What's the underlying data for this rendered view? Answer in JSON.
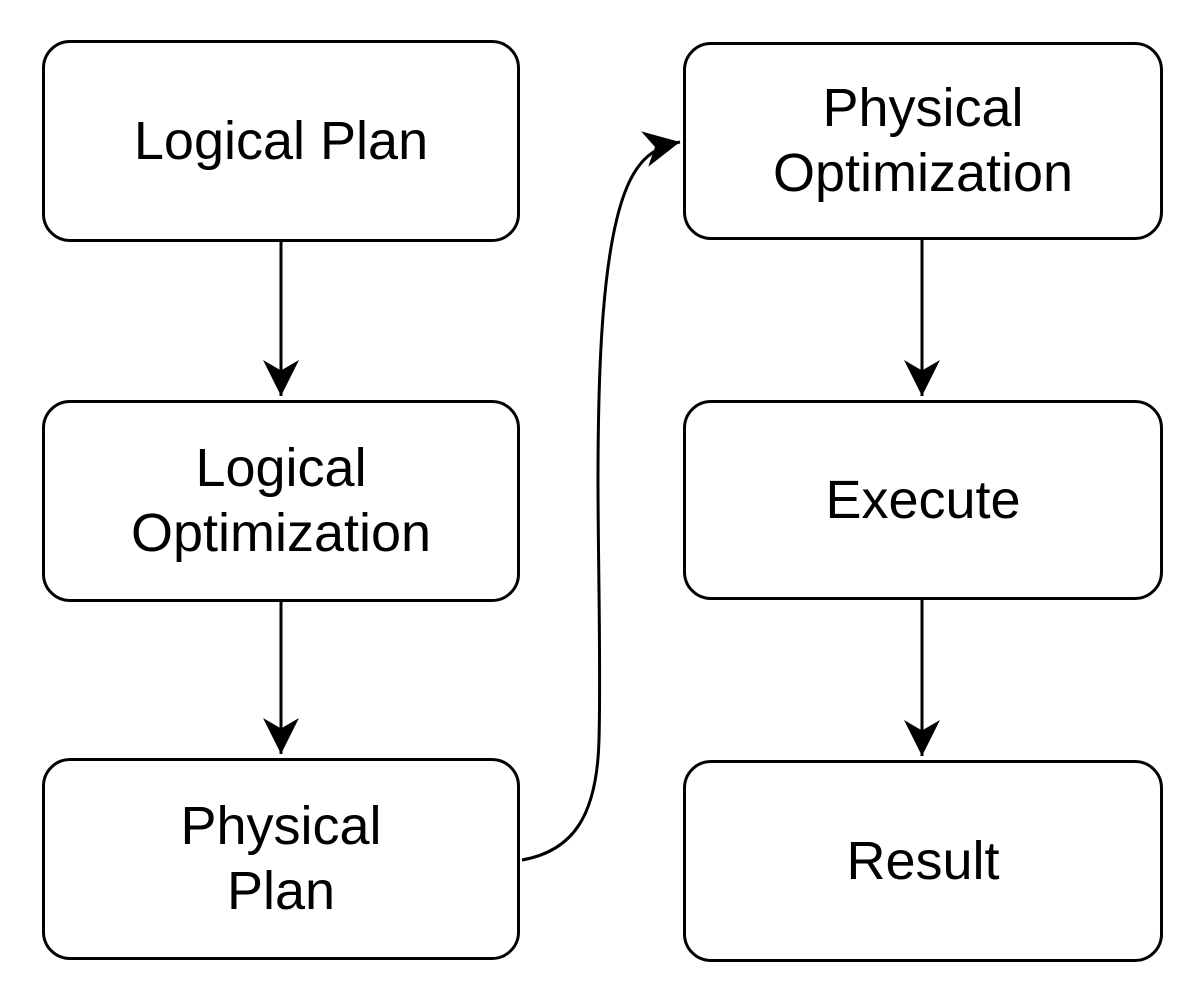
{
  "diagram": {
    "type": "flowchart",
    "background": "#ffffff",
    "node_fill": "#ffffff",
    "stroke_color": "#000000",
    "text_color": "#000000",
    "nodes": [
      {
        "id": "logical-plan",
        "label": "Logical Plan"
      },
      {
        "id": "logical-optimization",
        "label": "Logical\nOptimization"
      },
      {
        "id": "physical-plan",
        "label": "Physical\nPlan"
      },
      {
        "id": "physical-optimization",
        "label": "Physical\nOptimization"
      },
      {
        "id": "execute",
        "label": "Execute"
      },
      {
        "id": "result",
        "label": "Result"
      }
    ],
    "edges": [
      {
        "from": "Logical Plan",
        "to": "Logical Optimization",
        "style": "straight-down"
      },
      {
        "from": "Logical Optimization",
        "to": "Physical Plan",
        "style": "straight-down"
      },
      {
        "from": "Physical Plan",
        "to": "Physical Optimization",
        "style": "curved-s"
      },
      {
        "from": "Physical Optimization",
        "to": "Execute",
        "style": "straight-down"
      },
      {
        "from": "Execute",
        "to": "Result",
        "style": "straight-down"
      }
    ]
  }
}
